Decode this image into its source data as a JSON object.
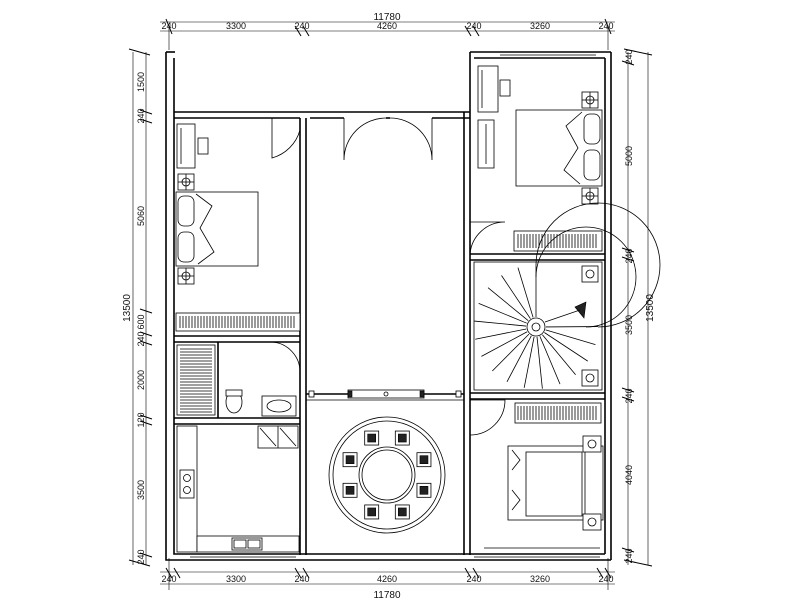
{
  "dimensions": {
    "top_total": "11780",
    "top_segments": [
      "240",
      "3300",
      "240",
      "4260",
      "240",
      "3260",
      "240"
    ],
    "bottom_total": "11780",
    "bottom_segments": [
      "240",
      "3300",
      "240",
      "4260",
      "240",
      "3260",
      "240"
    ],
    "left_total": "13500",
    "left_segments": [
      "1500",
      "240",
      "5060",
      "600",
      "240",
      "2000",
      "120",
      "3500",
      "240"
    ],
    "right_total": "13500",
    "right_segments": [
      "240",
      "5000",
      "240",
      "3500",
      "240",
      "4040",
      "240"
    ]
  },
  "colors": {
    "line": "#000000",
    "background": "#ffffff"
  }
}
